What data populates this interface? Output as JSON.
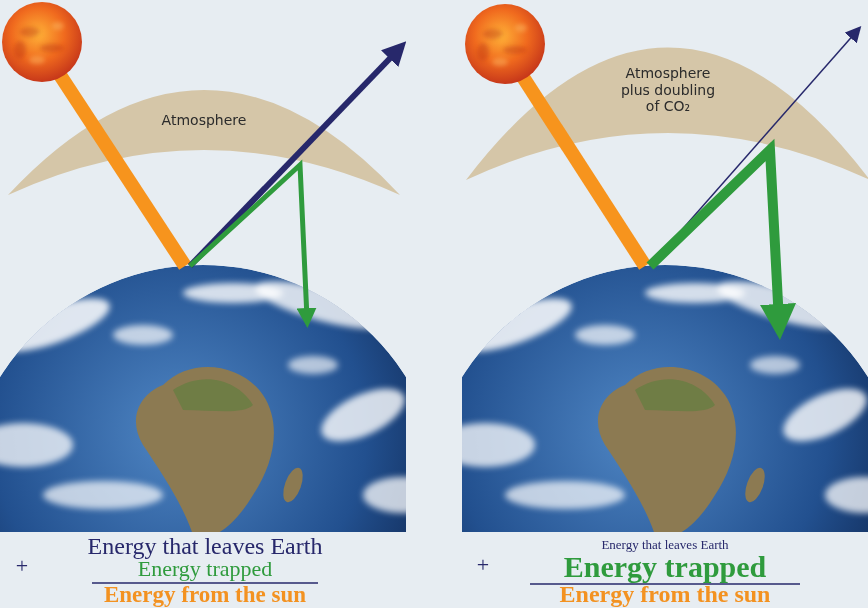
{
  "diagram": {
    "nodes": [
      {
        "text": [
          "Atmosphere"
        ]
      },
      {
        "text": [
          "Atmosphere plus doubling of CO₂"
        ]
      }
    ],
    "labels": [
      "Energy that leaves Earth",
      "+",
      "Energy trapped",
      "Energy from the sun",
      "Energy that leaves Earth",
      "+",
      "Energy trapped",
      "Energy from the sun"
    ]
  }
}
